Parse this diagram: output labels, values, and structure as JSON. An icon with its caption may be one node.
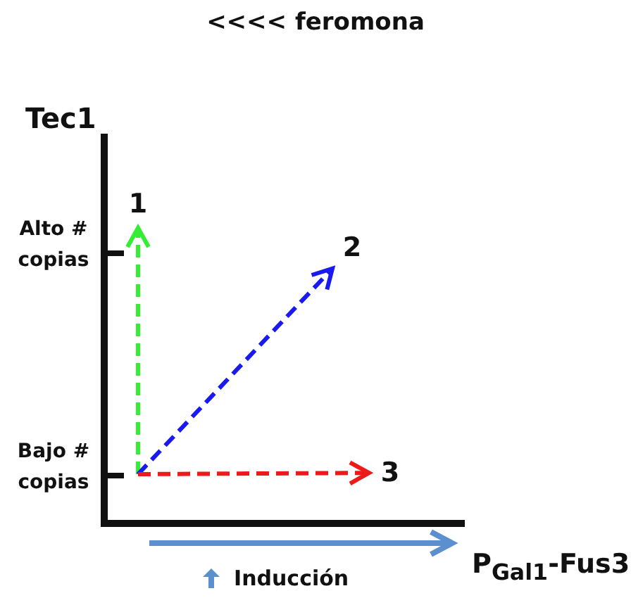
{
  "diagram": {
    "title": "<<<< feromona",
    "nodes": [
      {
        "text": [
          "1"
        ]
      },
      {
        "text": [
          "2"
        ]
      },
      {
        "text": [
          "3"
        ]
      }
    ],
    "edges": [
      {
        "from": null,
        "to": 0,
        "arrow": "to",
        "style": "dashed",
        "color": "#33ee33"
      },
      {
        "from": null,
        "to": 1,
        "arrow": "to",
        "style": "dashed",
        "color": "#1a1aee"
      },
      {
        "from": null,
        "to": 2,
        "arrow": "to",
        "style": "dashed",
        "color": "#ee1a1a"
      }
    ],
    "labels": [
      "Tec1",
      "Alto # copias",
      "Bajo # copias",
      "P$_{Gal1}$-Fus3",
      "Inducción"
    ]
  }
}
